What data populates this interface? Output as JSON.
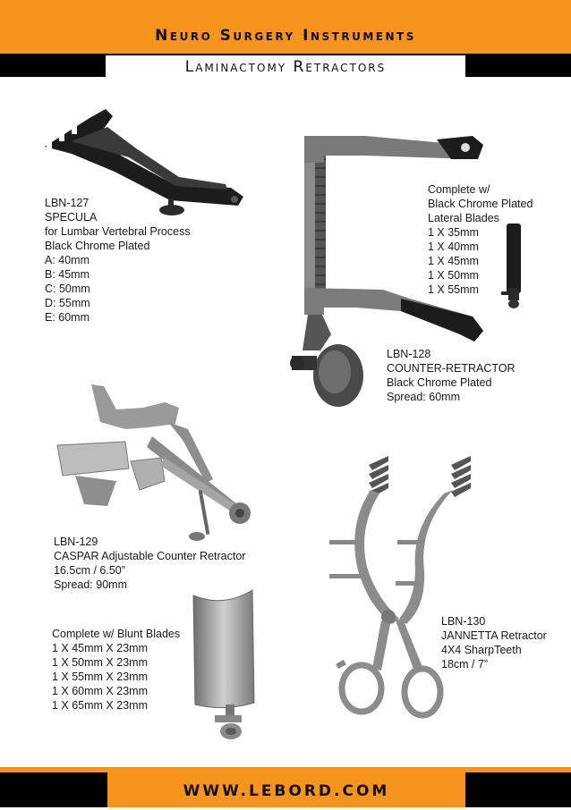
{
  "header": {
    "title": "Neuro Surgery Instruments",
    "subtitle": "Laminactomy Retractors"
  },
  "products": [
    {
      "code": "LBN-127",
      "lines": [
        "SPECULA",
        "for Lumbar Vertebral Process",
        "Black Chrome Plated",
        "A: 40mm",
        "B: 45mm",
        "C: 50mm",
        "D: 55mm",
        "E: 60mm"
      ]
    },
    {
      "code": "LBN-128",
      "lines": [
        "COUNTER-RETRACTOR",
        "Black Chrome Plated",
        "Spread: 60mm"
      ],
      "accessory_lines": [
        "Complete w/",
        "Black Chrome Plated",
        "Lateral Blades",
        "1 X 35mm",
        "1 X 40mm",
        "1 X 45mm",
        "1 X 50mm",
        "1 X 55mm"
      ]
    },
    {
      "code": "LBN-129",
      "lines": [
        "CASPAR Adjustable Counter Retractor",
        "16.5cm  /  6.50”",
        "Spread: 90mm"
      ],
      "accessory_lines": [
        "Complete w/ Blunt Blades",
        "1 X 45mm X 23mm",
        "1 X 50mm X 23mm",
        "1 X 55mm X 23mm",
        "1 X 60mm X 23mm",
        "1 X 65mm X 23mm"
      ]
    },
    {
      "code": "LBN-130",
      "lines": [
        "JANNETTA Retractor",
        "4X4 SharpTeeth",
        "18cm / 7”"
      ]
    }
  ],
  "footer": {
    "url": "WWW.LEBORD.COM"
  }
}
